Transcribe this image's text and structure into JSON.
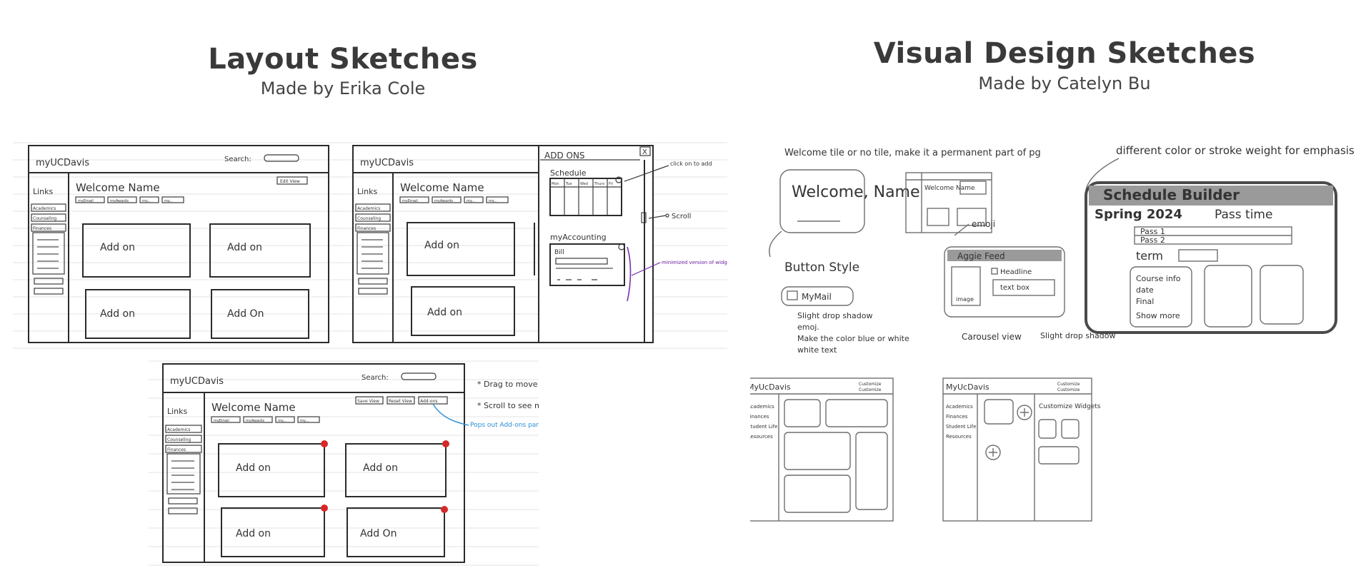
{
  "layout": {
    "title": "Layout Sketches",
    "subtitle": "Made by Erika Cole",
    "sketch1": {
      "logo": "myUCDavis",
      "search_label": "Search:",
      "button": "Edit View",
      "links": "Links",
      "welcome": "Welcome Name",
      "tabs": [
        "myEmail",
        "myAwards",
        "my...",
        "my..."
      ],
      "sidebar": [
        "Academics",
        "Counseling",
        "Finances"
      ],
      "addons": [
        "Add on",
        "Add on",
        "Add on",
        "Add On"
      ]
    },
    "sketch2": {
      "logo": "myUCDavis",
      "links": "Links",
      "welcome": "Welcome Name",
      "tabs": [
        "myEmail",
        "myAwards",
        "my...",
        "my..."
      ],
      "sidebar": [
        "Academics",
        "Counseling",
        "Finances"
      ],
      "addons": [
        "Add on",
        "Add on",
        "Add on"
      ],
      "panel_title": "ADD ONS",
      "panel_close": "X",
      "schedule": "Schedule",
      "days": [
        "Mon",
        "Tue",
        "Wed",
        "Thurs",
        "Fri"
      ],
      "accounting": "myAccounting",
      "bill": "Bill",
      "note_click": "click on to add",
      "note_scroll": "Scroll",
      "note_min": "minimized version of widget"
    },
    "sketch3": {
      "logo": "myUCDavis",
      "search_label": "Search:",
      "buttons": [
        "Save View",
        "Reset View",
        "Add-ons"
      ],
      "links": "Links",
      "welcome": "Welcome Name",
      "tabs": [
        "myEmail",
        "myAwards",
        "my...",
        "my..."
      ],
      "sidebar": [
        "Academics",
        "Counseling",
        "Finances"
      ],
      "addons": [
        "Add on",
        "Add on",
        "Add on",
        "Add On"
      ],
      "note_drag": "* Drag to move around",
      "note_scroll": "* Scroll to see more",
      "note_pops": "Pops out Add-ons panel"
    }
  },
  "visual": {
    "title": "Visual Design Sketches",
    "subtitle": "Made by Catelyn Bu",
    "note_tile": "Welcome tile or no tile, make it a permanent part of pg",
    "welcome_tile": "Welcome, Name",
    "welcome_small": "Welcome Name",
    "button_style": "Button Style",
    "mymail": "MyMail",
    "bullets": [
      "Slight drop shadow",
      "emoj.",
      "Make the color blue or white",
      "white text"
    ],
    "emoji_note": "emoji",
    "aggie_feed": "Aggie Feed",
    "headline": "Headline",
    "image": "image",
    "text_box": "text box",
    "carousel": "Carousel view",
    "slight_drop": "Slight drop shadow",
    "emphasis_note": "different color or stroke weight for emphasis",
    "schedule_builder": "Schedule Builder",
    "spring": "Spring 2024",
    "pass_time": "Pass time",
    "pass1": "Pass 1",
    "pass2": "Pass 2",
    "term": "term",
    "course_info": [
      "Course info",
      "date",
      "Final",
      "Show more"
    ],
    "wire1": {
      "logo": "MyUcDavis",
      "actions": [
        "Customize",
        "Customize"
      ],
      "side": [
        "Academics",
        "Finances",
        "Student Life",
        "Resources"
      ]
    },
    "wire2": {
      "logo": "MyUcDavis",
      "actions": [
        "Customize",
        "Customize"
      ],
      "side": [
        "Academics",
        "Finances",
        "Student Life",
        "Resources"
      ],
      "panel": "Customize Widgets"
    }
  }
}
